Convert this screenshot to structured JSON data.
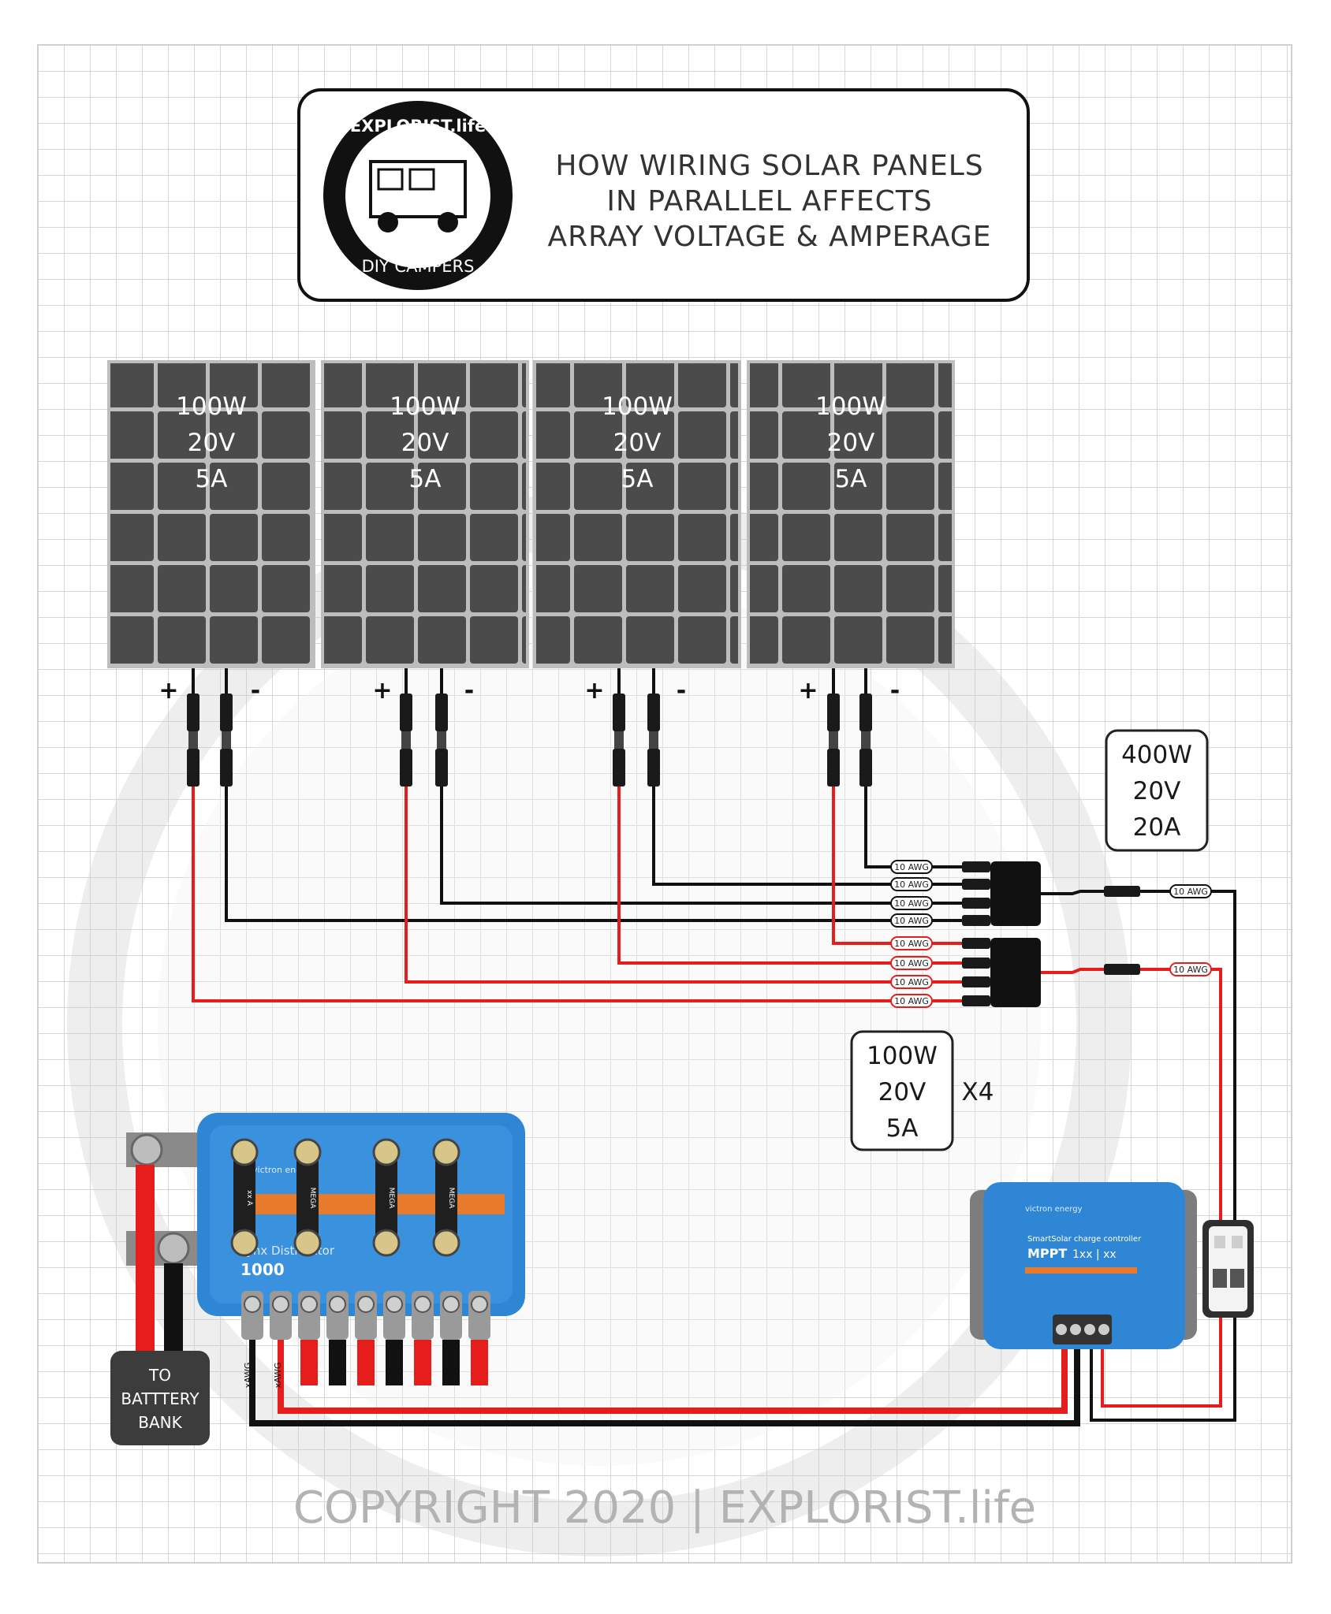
{
  "title": {
    "lines": [
      "HOW WIRING SOLAR PANELS",
      "IN PARALLEL AFFECTS",
      "ARRAY VOLTAGE & AMPERAGE"
    ]
  },
  "logo": {
    "top_text": "EXPLORIST.life",
    "bottom_text": "DIY CAMPERS"
  },
  "panels": [
    {
      "watts": "100W",
      "volts": "20V",
      "amps": "5A",
      "plus": "+",
      "minus": "-"
    },
    {
      "watts": "100W",
      "volts": "20V",
      "amps": "5A",
      "plus": "+",
      "minus": "-"
    },
    {
      "watts": "100W",
      "volts": "20V",
      "amps": "5A",
      "plus": "+",
      "minus": "-"
    },
    {
      "watts": "100W",
      "volts": "20V",
      "amps": "5A",
      "plus": "+",
      "minus": "-"
    }
  ],
  "array_box": {
    "watts": "400W",
    "volts": "20V",
    "amps": "20A"
  },
  "single_box": {
    "watts": "100W",
    "volts": "20V",
    "amps": "5A",
    "multiplier": "X4"
  },
  "wire_gauge": "10 AWG",
  "gauge_tags": [
    "10 AWG",
    "10 AWG",
    "10 AWG",
    "10 AWG",
    "10 AWG",
    "10 AWG",
    "10 AWG",
    "10 AWG"
  ],
  "out_tags": [
    "10 AWG",
    "10 AWG"
  ],
  "battery": {
    "lines": [
      "TO",
      "BATTTERY",
      "BANK"
    ]
  },
  "distributor": {
    "brand": "victron energy",
    "label": "Lynx Distributor",
    "model": "1000",
    "fuse_labels": [
      "xx A",
      "MEGA",
      "MEGA",
      "MEGA"
    ]
  },
  "controller": {
    "brand": "victron energy",
    "line1": "SmartSolar charge controller",
    "line2": "MPPT",
    "line3": "1xx | xx"
  },
  "bus_gauges": [
    "xAWG",
    "xAWG"
  ],
  "footer": "COPYRIGHT 2020 | EXPLORIST.life",
  "colors": {
    "positive": "#e51d1d",
    "negative": "#111111",
    "panel": "#4a4a4a",
    "victron_blue": "#2f86d4",
    "grid": "#d8d8d8"
  }
}
